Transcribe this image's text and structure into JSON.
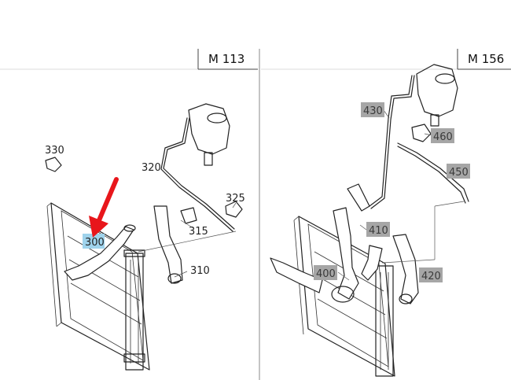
{
  "panels": [
    {
      "engine": "M 113"
    },
    {
      "engine": "M 156"
    }
  ],
  "labels": {
    "p330": "330",
    "p320": "320",
    "p325": "325",
    "p300": "300",
    "p315": "315",
    "p310": "310",
    "p430": "430",
    "p460": "460",
    "p450": "450",
    "p410": "410",
    "p400": "400",
    "p420": "420"
  },
  "colors": {
    "highlight_bg": "#9fd3ec",
    "tag_bg": "#a6a6a6",
    "arrow": "#e8161b"
  }
}
